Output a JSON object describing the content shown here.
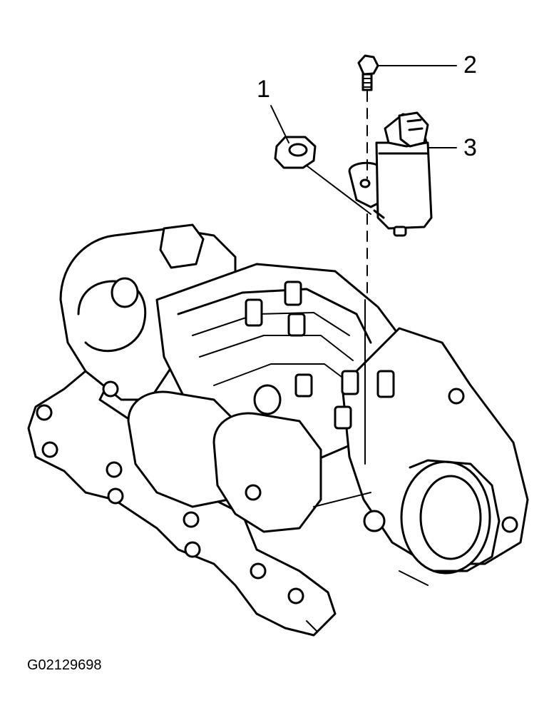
{
  "figure_code": "G02129698",
  "callouts": [
    {
      "number": "1"
    },
    {
      "number": "2"
    },
    {
      "number": "3"
    }
  ]
}
